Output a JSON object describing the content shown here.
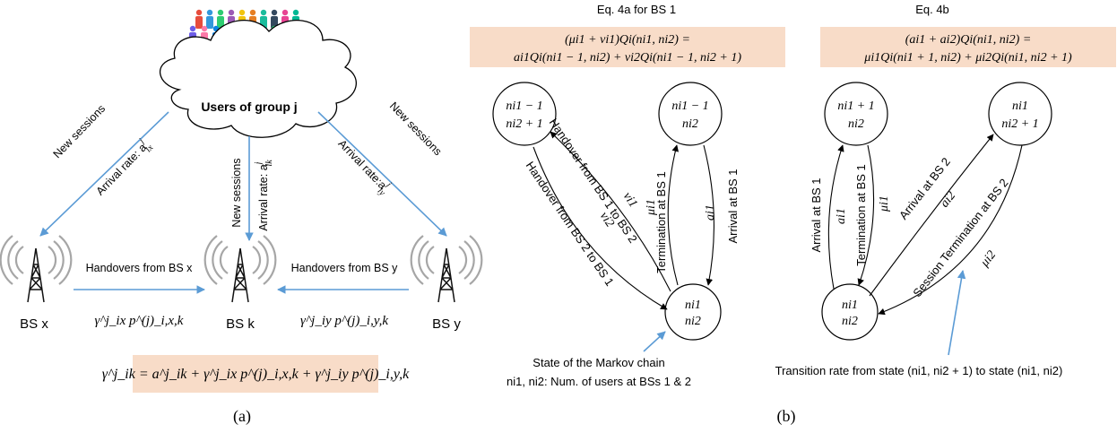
{
  "panel_a": {
    "cloud_label": "Users of group j",
    "left_arrow": {
      "sessions": "New sessions",
      "rate": "Arrival rate: a",
      "rate_sup": "j",
      "rate_sub": "ix"
    },
    "center_arrow": {
      "sessions": "New sessions",
      "rate": "Arrival rate: a",
      "rate_sup": "j",
      "rate_sub": "ik"
    },
    "right_arrow": {
      "sessions": "New sessions",
      "rate": "Arrival rate:a",
      "rate_sup": "j",
      "rate_sub": "iy"
    },
    "handover_left": "Handovers from BS x",
    "handover_right": "Handovers from BS y",
    "gamma_left": "γ^j_ix p^(j)_i,x,k",
    "gamma_right": "γ^j_iy p^(j)_i,y,k",
    "bs_x": "BS x",
    "bs_k": "BS k",
    "bs_y": "BS y",
    "equation": "γ^j_ik = a^j_ik + γ^j_ix p^(j)_i,x,k + γ^j_iy p^(j)_i,y,k",
    "caption": "(a)"
  },
  "panel_b": {
    "eq4a_title": "Eq. 4a for BS 1",
    "eq4a_line1": "(μi1 + νi1)Qi(ni1, ni2) =",
    "eq4a_line2": "ai1Qi(ni1 − 1, ni2) + νi2Qi(ni1 − 1, ni2 + 1)",
    "eq4b_title": "Eq. 4b",
    "eq4b_line1": "(ai1 + ai2)Qi(ni1, ni2) =",
    "eq4b_line2": "μi1Qi(ni1 + 1, ni2) + μi2Qi(ni1, ni2 + 1)",
    "left_diagram": {
      "state_top_left": [
        "ni1 − 1",
        "ni2 + 1"
      ],
      "state_top_right": [
        "ni1 − 1",
        "ni2"
      ],
      "state_bottom": [
        "ni1",
        "ni2"
      ],
      "handover_1_to_2": "Handover from BS 1 to BS 2",
      "handover_2_to_1": "Handover from BS 2 to BS 1",
      "termination": "Termination at BS 1",
      "arrival": "Arrival at BS 1",
      "rate_nu1": "νi1",
      "rate_nu2": "νi2",
      "rate_mu1": "μi1",
      "rate_a1": "ai1",
      "markov_label": "State of the Markov chain",
      "markov_desc": "ni1, ni2: Num. of users at BSs 1 & 2"
    },
    "right_diagram": {
      "state_top_left": [
        "ni1 + 1",
        "ni2"
      ],
      "state_top_right": [
        "ni1",
        "ni2 + 1"
      ],
      "state_bottom": [
        "ni1",
        "ni2"
      ],
      "arrival_1": "Arrival at BS 1",
      "termination_1": "Termination at BS 1",
      "arrival_2": "Arrival at BS 2",
      "termination_2": "Session Termination at BS 2",
      "rate_a1": "ai1",
      "rate_mu1": "μi1",
      "rate_a2": "ai2",
      "rate_mu2": "μi2",
      "transition_label": "Transition rate from state (ni1, ni2 + 1) to state (ni1, ni2)"
    },
    "caption": "(b)"
  },
  "colors": {
    "equation_box": "#f8dcc8",
    "blue_arrows": "#5b9bd5",
    "waves": "#a6a6a6"
  }
}
